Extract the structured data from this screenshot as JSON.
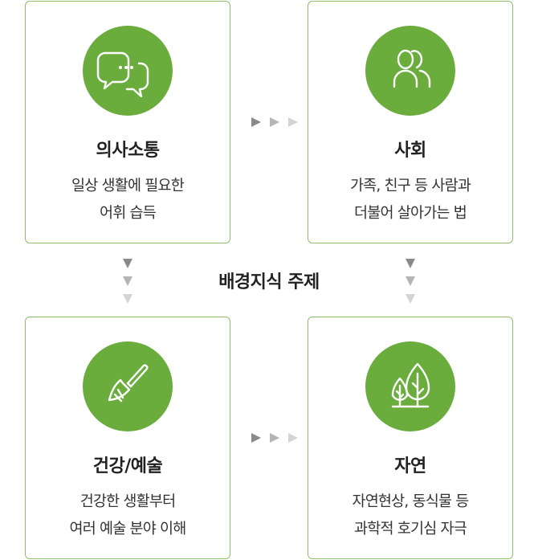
{
  "center_label": "배경지식 주제",
  "cards": [
    {
      "title": "의사소통",
      "desc": [
        "일상 생활에 필요한",
        "어휘 습득"
      ],
      "icon": "speech-bubbles-icon"
    },
    {
      "title": "사회",
      "desc": [
        "가족, 친구 등 사람과",
        "더불어 살아가는 법"
      ],
      "icon": "people-icon"
    },
    {
      "title": "건강/예술",
      "desc": [
        "건강한 생활부터",
        "여러 예술 분야 이해"
      ],
      "icon": "brush-icon"
    },
    {
      "title": "자연",
      "desc": [
        "자연현상, 동식물 등",
        "과학적 호기심 자극"
      ],
      "icon": "trees-icon"
    }
  ],
  "colors": {
    "accent": "#6aad3d",
    "border": "#8cc063",
    "arrow_dark": "#8a8a8a",
    "arrow_light": "#d4d4d4"
  }
}
